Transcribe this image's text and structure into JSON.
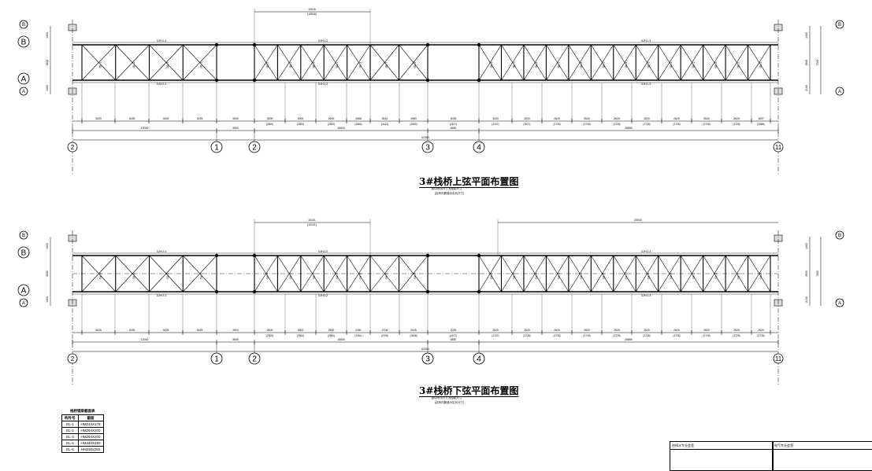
{
  "plans": [
    {
      "title": "3#栈桥上弦平面布置图",
      "notes": [
        "图中所示尺寸为投影尺寸",
        "(括号内数值为实长尺寸)"
      ],
      "top_labels": [
        "3JHJ-1",
        "3JHJ-2",
        "3JHJ-3"
      ],
      "bottom_labels": [
        "3JHJ-1",
        "3JHJ-2",
        "3JHJ-3"
      ],
      "span_dim": "10516",
      "span_dim_true": "(10516)",
      "bay_dims": [
        "3025",
        "3025",
        "3025",
        "3025",
        "3000",
        "2500",
        "2500",
        "2500",
        "2866",
        "2631",
        "1983",
        "2025",
        "3433",
        "2620",
        "2620",
        "2620",
        "2620",
        "2620",
        "2620",
        "2620",
        "2620",
        "1837"
      ],
      "bay_true": [
        "(2500)",
        "(2500)",
        "(2500)",
        "(2866)",
        "(3122)",
        "(2063)",
        "(2107)",
        "(2107)",
        "(3571)",
        "(2726)",
        "(2726)",
        "(2726)",
        "(2726)",
        "(2726)",
        "(2726)",
        "(2726)",
        "(1886)"
      ],
      "segment_dims": [
        "12000",
        "3500",
        "15500",
        "4550",
        "26850"
      ],
      "overall_dim": "62350",
      "cross_dims_left": [
        "1400",
        "3200",
        "1400"
      ],
      "cross_dims_right": [
        "1400",
        "3500",
        "2100",
        "7000"
      ],
      "member_marks": [
        "GL-1",
        "GL-2"
      ]
    },
    {
      "title": "3#栈桥下弦平面布置图",
      "notes": [
        "图中所示尺寸为投影尺寸",
        "(括号内数值为实长尺寸)"
      ],
      "top_labels": [
        "3JHJ-1",
        "3JHJ-2",
        "3JHJ-3"
      ],
      "bottom_labels": [
        "3JHJ-1",
        "3JHJ-2",
        "3JHJ-3"
      ],
      "span_dim": "10101",
      "span_dim_true": "(10101)",
      "span_dim_right": "25000",
      "bay_dims": [
        "3025",
        "3025",
        "3025",
        "3025",
        "3500",
        "2500",
        "2500",
        "2500",
        "2451",
        "2706",
        "2025",
        "2025",
        "2620",
        "2620",
        "2620",
        "2620",
        "2620",
        "2620",
        "2620",
        "2620",
        "2620",
        "2620"
      ],
      "bay_true": [
        "(2500)",
        "(2500)",
        "(2500)",
        "(2451)",
        "(2706)",
        "(2608)",
        "(2107)",
        "(2107)",
        "(2726)",
        "(2726)",
        "(2726)",
        "(2726)",
        "(2726)",
        "(2726)",
        "(2726)",
        "(2726)",
        "(2726)"
      ],
      "segment_dims": [
        "12000",
        "3500",
        "15500",
        "4550",
        "26850"
      ],
      "overall_dim": "62350",
      "cross_dims_left": [
        "1400",
        "3200",
        "1400"
      ],
      "cross_dims_right": [
        "1400",
        "3500",
        "2100",
        "7000"
      ],
      "member_marks": [
        "GL-3",
        "GL-4",
        "GL-5"
      ]
    }
  ],
  "axes": {
    "numbered": [
      "1",
      "2",
      "3",
      "4"
    ],
    "end_left": "2",
    "end_right": "11",
    "rows": [
      "B",
      "A"
    ],
    "end_row_top": "B",
    "end_row_bottom": "A"
  },
  "member_table": {
    "title": "栈桥钢梁截面表",
    "headers": [
      "构件号",
      "截面"
    ],
    "rows": [
      [
        "GL-1",
        "HM244X175"
      ],
      [
        "GL-2",
        "HM294X200"
      ],
      [
        "GL-3",
        "HM294X200"
      ],
      [
        "GL-4",
        "HM340X250"
      ],
      [
        "GL-5",
        "HM250x250"
      ]
    ]
  },
  "sign_boxes": [
    "给排水专业会签",
    "电气专业会签"
  ]
}
